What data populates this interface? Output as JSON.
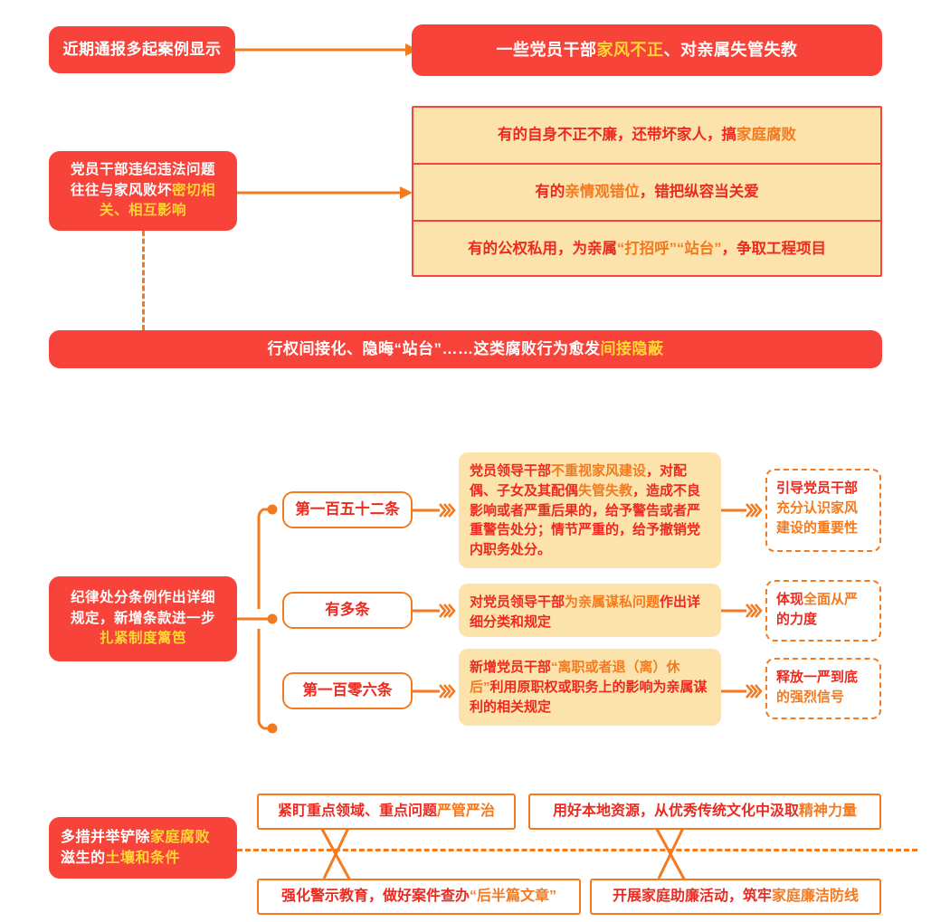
{
  "meta": {
    "title": "家风建设与家庭腐败治理 图解",
    "colors": {
      "red": "#F8433A",
      "orange": "#F47A20",
      "beige": "#FCE3AC",
      "yellow": "#FFD633",
      "text_red": "#ED2A1F"
    }
  },
  "section1": {
    "source_label": "近期通报多起案例显示",
    "banner": {
      "part1": "一些党员干部",
      "highlight": "家风不正",
      "part2": "、对亲属失管失教"
    }
  },
  "section2": {
    "left_box": {
      "line1": "党员干部违纪违法问题",
      "line2": "往往与家风败坏",
      "highlight1": "密切相",
      "highlight2": "关、相互影响"
    },
    "items": [
      {
        "pre": "有的自身不正不廉，还带坏家人，搞",
        "hl": "家庭腐败",
        "post": ""
      },
      {
        "pre": "有的",
        "hl": "亲情观错位",
        "post": "，错把纵容当关爱"
      },
      {
        "pre": "有的公权私用，为亲属",
        "hl": "“打招呼”“站台”",
        "post": "，争取工程项目"
      }
    ],
    "banner": {
      "pre": "行权间接化、隐晦“站台”……这类腐败行为愈发",
      "hl": "间接隐蔽"
    }
  },
  "section3": {
    "left_box": {
      "line1": "纪律处分条例作出详细",
      "line2": "规定，新增条款进一步",
      "highlight": "扎紧制度篱笆"
    },
    "branches": [
      {
        "label": "第一百五十二条",
        "content": {
          "seg": [
            {
              "t": "党员领导干部",
              "c": "red"
            },
            {
              "t": "不重视家风建设",
              "c": "orange"
            },
            {
              "t": "，对配偶、子女及其配偶",
              "c": "red"
            },
            {
              "t": "失管失教",
              "c": "orange"
            },
            {
              "t": "，造成不良影响或者严重后果的，给予警告或者严重警告处分；情节严重的，给予撤销党内职务处分。",
              "c": "red"
            }
          ]
        },
        "outcome": {
          "seg": [
            {
              "t": "引导党员干部",
              "c": "red"
            },
            {
              "t": "充分认识家风建设的重要性",
              "c": "orange"
            }
          ]
        }
      },
      {
        "label": "有多条",
        "content": {
          "seg": [
            {
              "t": "对党员领导干部",
              "c": "red"
            },
            {
              "t": "为亲属谋私问题",
              "c": "orange"
            },
            {
              "t": "作出详细分类和规定",
              "c": "red"
            }
          ]
        },
        "outcome": {
          "seg": [
            {
              "t": "体现",
              "c": "red"
            },
            {
              "t": "全面从严",
              "c": "orange"
            },
            {
              "t": "的力度",
              "c": "red"
            }
          ]
        }
      },
      {
        "label": "第一百零六条",
        "content": {
          "seg": [
            {
              "t": "新增党员干部",
              "c": "red"
            },
            {
              "t": "“离职或者退（离）休后”",
              "c": "orange"
            },
            {
              "t": "利用原职权或职务上的影响为亲属谋利的相关规定",
              "c": "red"
            }
          ]
        },
        "outcome": {
          "seg": [
            {
              "t": "释放一严到底",
              "c": "red"
            },
            {
              "t": "的强烈信号",
              "c": "orange"
            }
          ]
        }
      }
    ]
  },
  "section4": {
    "left_box": {
      "line1_pre": "多措并举铲除",
      "line1_hl": "家庭腐败",
      "line2_pre": "滋生的",
      "line2_hl": "土壤和条件"
    },
    "measures": [
      {
        "seg": [
          {
            "t": "紧盯重点领域、重点问题",
            "c": "red"
          },
          {
            "t": "严管严治",
            "c": "orange"
          }
        ]
      },
      {
        "seg": [
          {
            "t": "用好本地资源，从优秀传统文化中汲取",
            "c": "red"
          },
          {
            "t": "精神力量",
            "c": "orange"
          }
        ]
      },
      {
        "seg": [
          {
            "t": "强化警示教育，做好案件查办",
            "c": "red"
          },
          {
            "t": "“后半篇文章”",
            "c": "orange"
          }
        ]
      },
      {
        "seg": [
          {
            "t": "开展家庭助廉活动，筑牢",
            "c": "red"
          },
          {
            "t": "家庭廉洁防线",
            "c": "orange"
          }
        ]
      }
    ]
  }
}
